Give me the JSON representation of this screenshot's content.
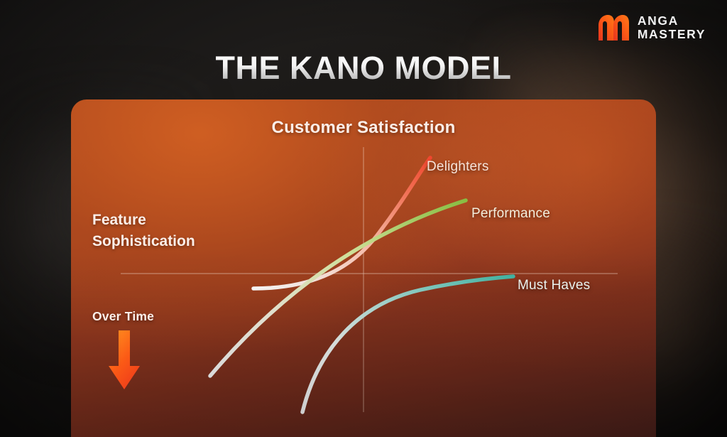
{
  "brand": {
    "logo_icon": "anga-m-logo-icon",
    "line1": "ANGA",
    "line2": "MASTERY",
    "logo_color_start": "#ff7a18",
    "logo_color_end": "#e8341f"
  },
  "header": {
    "title": "THE KANO MODEL"
  },
  "panel": {
    "chart_title": "Customer Satisfaction",
    "y_axis_label_line1": "Feature",
    "y_axis_label_line2": "Sophistication",
    "over_time_label": "Over Time",
    "arrow_icon": "down-arrow-icon",
    "arrow_color_start": "#ff7a18",
    "arrow_color_end": "#f0421c",
    "panel_color": "#b34a1f"
  },
  "chart_data": {
    "type": "line",
    "title": "Customer Satisfaction",
    "xlabel": "Over Time",
    "ylabel": "Feature Sophistication",
    "grid": false,
    "axes": {
      "vertical_axis_x": 0.5,
      "horizontal_axis_y": 0.5,
      "axis_color": "#e9c7b6"
    },
    "legend": "inline-end-labels",
    "series": [
      {
        "name": "Delighters",
        "color_start": "#ffffff",
        "color_end": "#f0402c",
        "label_color": "#f6e3d9",
        "shape": "exponential-rising",
        "points": [
          [
            0.312,
            0.555
          ],
          [
            0.38,
            0.54
          ],
          [
            0.44,
            0.5
          ],
          [
            0.492,
            0.437
          ],
          [
            0.536,
            0.352
          ],
          [
            0.572,
            0.258
          ],
          [
            0.6,
            0.172
          ]
        ]
      },
      {
        "name": "Performance",
        "color_start": "#ffffff",
        "color_end": "#7dc242",
        "label_color": "#f3eedd",
        "shape": "linear-rising",
        "points": [
          [
            0.238,
            0.818
          ],
          [
            0.4,
            0.628
          ],
          [
            0.56,
            0.438
          ],
          [
            0.675,
            0.3
          ]
        ]
      },
      {
        "name": "Must Haves",
        "color_start": "#ffffff",
        "color_end": "#3fb8a8",
        "label_color": "#e9f2ee",
        "shape": "logarithmic-plateau",
        "points": [
          [
            0.395,
            0.925
          ],
          [
            0.44,
            0.79
          ],
          [
            0.5,
            0.662
          ],
          [
            0.58,
            0.576
          ],
          [
            0.68,
            0.535
          ],
          [
            0.76,
            0.521
          ]
        ]
      }
    ]
  }
}
